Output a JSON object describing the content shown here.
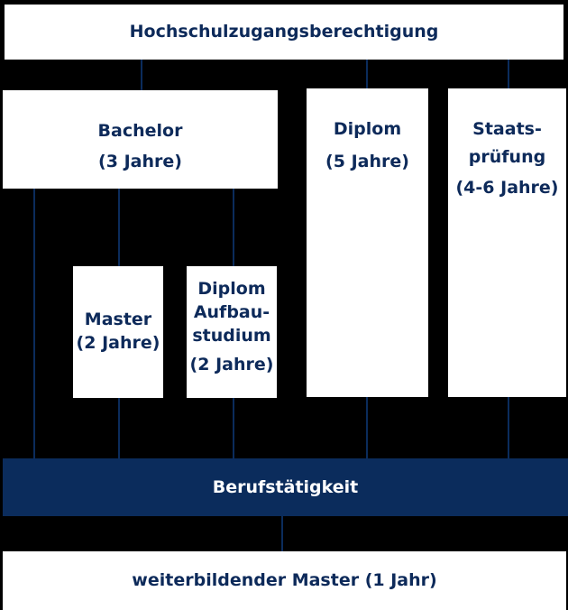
{
  "colors": {
    "background": "#000000",
    "box": "#ffffff",
    "accent": "#0b2c5c",
    "box_text": "#0d2a5a"
  },
  "nodes": {
    "hzb": {
      "lines": [
        "Hochschulzugangsberechtigung"
      ]
    },
    "bachelor": {
      "lines": [
        "Bachelor",
        "(3 Jahre)"
      ]
    },
    "diplom": {
      "lines": [
        "Diplom",
        "(5 Jahre)"
      ]
    },
    "staats": {
      "lines": [
        "Staats-",
        "prüfung",
        "(4-6 Jahre)"
      ]
    },
    "master": {
      "lines": [
        "Master",
        "(2 Jahre)"
      ]
    },
    "aufbau": {
      "lines": [
        "Diplom",
        "Aufbau-",
        "studium",
        "(2 Jahre)"
      ]
    },
    "beruf": {
      "lines": [
        "Berufstätigkeit"
      ]
    },
    "weiter": {
      "lines": [
        "weiterbildender Master (1 Jahr)"
      ]
    }
  }
}
